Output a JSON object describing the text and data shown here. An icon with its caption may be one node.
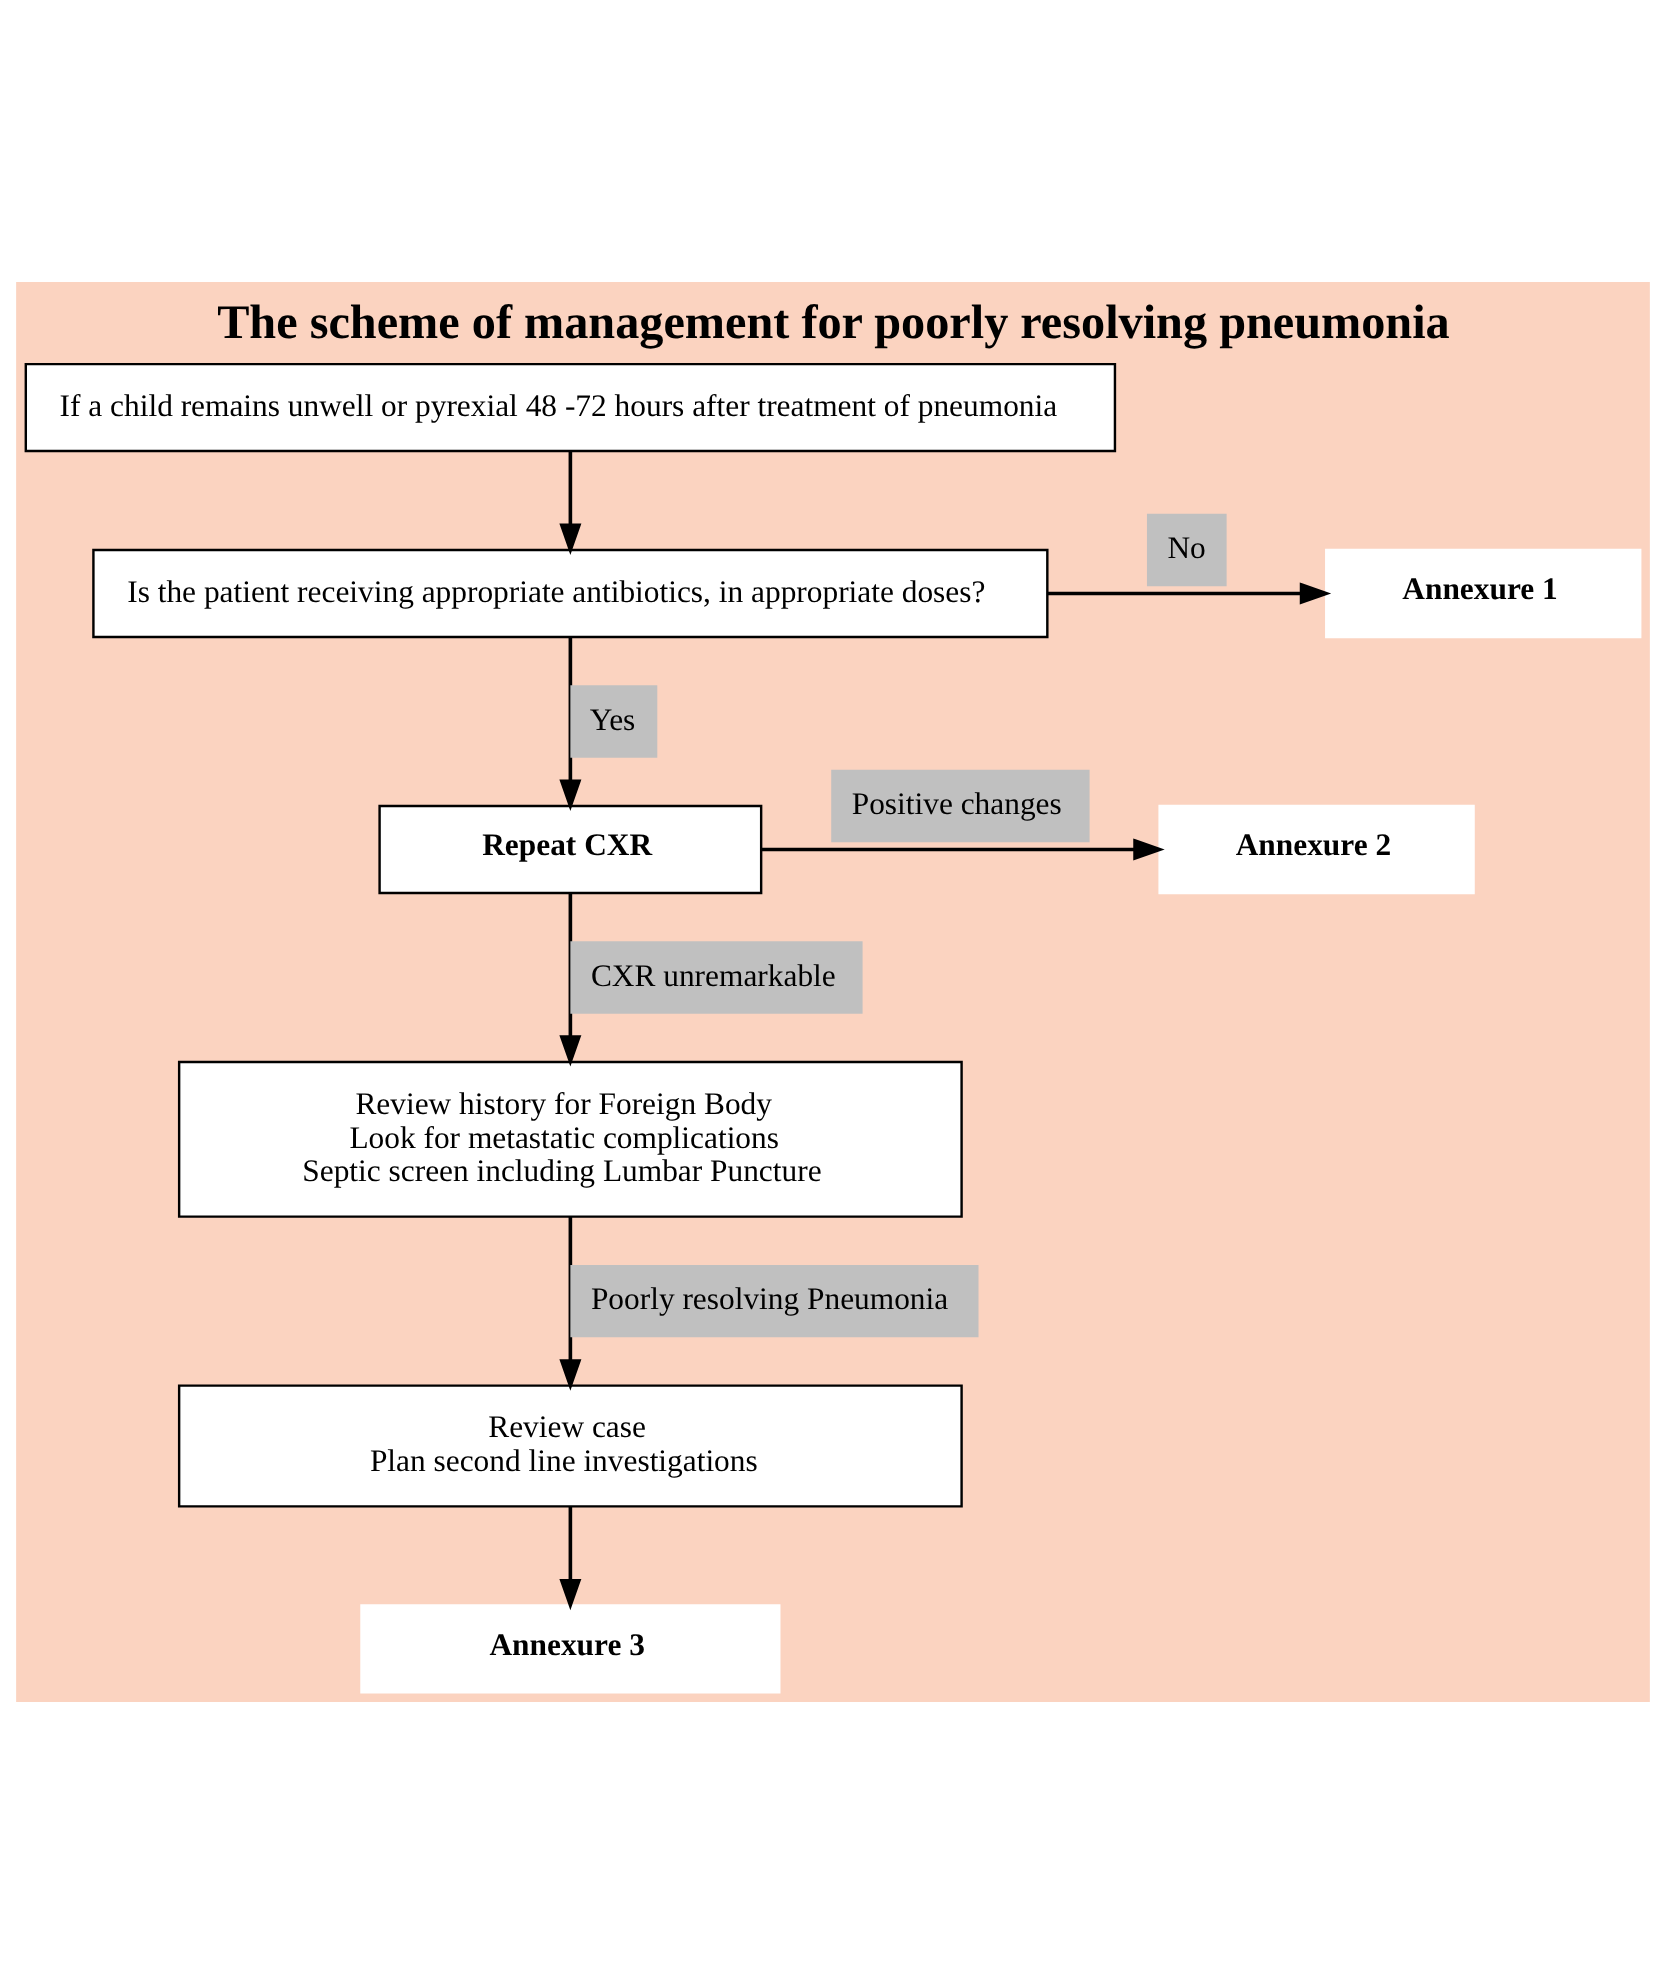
{
  "diagram": {
    "title": "The scheme of management for poorly resolving pneumonia",
    "nodes": [
      {
        "text": [
          "If a child remains unwell or pyrexial 48 -72 hours after treatment of pneumonia"
        ]
      },
      {
        "text": [
          "Is the patient receiving appropriate antibiotics, in appropriate doses?"
        ]
      },
      {
        "text": [
          "Annexure 1"
        ]
      },
      {
        "text": [
          "Repeat CXR"
        ]
      },
      {
        "text": [
          "Annexure 2"
        ]
      },
      {
        "text": [
          "Review history for Foreign Body",
          "Look for metastatic complications",
          "Septic screen including Lumbar Puncture"
        ]
      },
      {
        "text": [
          "Review case",
          "Plan second line investigations"
        ]
      },
      {
        "text": [
          "Annexure 3"
        ]
      }
    ],
    "edges": [
      {
        "from": 0,
        "to": 1,
        "arrow": "to"
      },
      {
        "from": 1,
        "to": 2,
        "arrow": "to",
        "label": "No"
      },
      {
        "from": 1,
        "to": 3,
        "arrow": "to",
        "label": "Yes"
      },
      {
        "from": 3,
        "to": 4,
        "arrow": "to",
        "label": "Positive changes"
      },
      {
        "from": 3,
        "to": 5,
        "arrow": "to",
        "label": "CXR unremarkable"
      },
      {
        "from": 5,
        "to": 6,
        "arrow": "to",
        "label": "Poorly resolving Pneumonia"
      },
      {
        "from": 6,
        "to": 7,
        "arrow": "to"
      }
    ]
  }
}
